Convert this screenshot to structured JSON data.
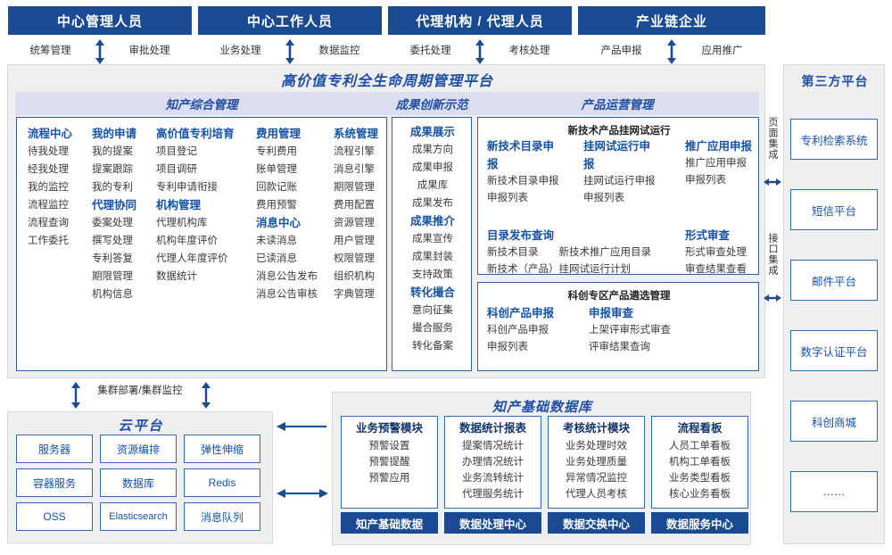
{
  "roles": [
    {
      "title": "中心管理人员",
      "left": "统筹管理",
      "right": "审批处理"
    },
    {
      "title": "中心工作人员",
      "left": "业务处理",
      "right": "数据监控"
    },
    {
      "title": "代理机构 / 代理人员",
      "left": "委托处理",
      "right": "考核处理"
    },
    {
      "title": "产业链企业",
      "left": "产品申报",
      "right": "应用推广"
    }
  ],
  "platform": {
    "title": "高价值专利全生命周期管理平台",
    "bands": [
      {
        "label": "知产综合管理"
      },
      {
        "label": "成果创新示范"
      },
      {
        "label": "产品运营管理"
      }
    ]
  },
  "zhichan": {
    "columns": [
      {
        "header": "流程中心",
        "items": [
          "待我处理",
          "经我处理",
          "我的监控",
          "流程监控",
          "流程查询",
          "工作委托"
        ]
      },
      {
        "header": "我的申请",
        "items": [
          "我的提案",
          "提案跟踪",
          "我的专利"
        ]
      },
      {
        "header": "代理协同",
        "items": [
          "委案处理",
          "撰写处理",
          "专利答复",
          "期限管理",
          "机构信息"
        ]
      },
      {
        "header": "高价值专利培育",
        "items": [
          "项目登记",
          "项目调研",
          "专利申请衔接"
        ]
      },
      {
        "header": "机构管理",
        "items": [
          "代理机构库",
          "机构年度评价",
          "代理人年度评价",
          "数据统计"
        ]
      },
      {
        "header": "费用管理",
        "items": [
          "专利费用",
          "账单管理",
          "回款记账",
          "费用预警"
        ]
      },
      {
        "header": "消息中心",
        "items": [
          "未读消息",
          "已读消息",
          "消息公告发布",
          "消息公告审核"
        ]
      },
      {
        "header": "系统管理",
        "items": [
          "流程引擎",
          "消息引擎",
          "期限管理",
          "费用配置",
          "资源管理",
          "用户管理",
          "权限管理",
          "组织机构",
          "字典管理"
        ]
      }
    ]
  },
  "chengguo": {
    "groups": [
      {
        "header": "成果展示",
        "items": [
          "成果方向",
          "成果申报",
          "成果库",
          "成果发布"
        ]
      },
      {
        "header": "成果推介",
        "items": [
          "成果宣传",
          "成果封装",
          "支持政策"
        ]
      },
      {
        "header": "转化撮合",
        "items": [
          "意向征集",
          "撮合服务",
          "转化备案"
        ]
      }
    ]
  },
  "chanpin": {
    "block1": {
      "title": "新技术产品挂网试运行",
      "columns": [
        {
          "header": "新技术目录申报",
          "items": [
            "新技术目录申报",
            "申报列表"
          ]
        },
        {
          "header": "挂网试运行申报",
          "items": [
            "挂网试运行申报",
            "申报列表"
          ]
        },
        {
          "header": "推广应用申报",
          "items": [
            "推广应用申报",
            "申报列表"
          ]
        }
      ],
      "row2": [
        {
          "header": "目录发布查询",
          "items": [
            "新技术目录",
            "新技术推广应用目录",
            "新技术（产品）挂网试运行计划"
          ]
        },
        {
          "header": "形式审查",
          "items": [
            "形式审查处理",
            "审查结果查看"
          ]
        }
      ]
    },
    "block2": {
      "title": "科创专区产品遴选管理",
      "columns": [
        {
          "header": "科创产品申报",
          "items": [
            "科创产品申报",
            "申报列表"
          ]
        },
        {
          "header": "申报审查",
          "items": [
            "上架评审形式审查",
            "评审结果查询"
          ]
        }
      ]
    }
  },
  "integration": {
    "page": "页面集成",
    "api": "接口集成"
  },
  "third_party": {
    "title": "第三方平台",
    "items": [
      "专利检索系统",
      "短信平台",
      "邮件平台",
      "数字认证平台",
      "科创商城",
      "……"
    ]
  },
  "cloud": {
    "title": "云平台",
    "cluster_label": "集群部署/集群监控",
    "cells": [
      "服务器",
      "资源编排",
      "弹性伸缩",
      "容器服务",
      "数据库",
      "Redis",
      "OSS",
      "Elasticsearch",
      "消息队列"
    ]
  },
  "database": {
    "title": "知产基础数据库",
    "cards": [
      {
        "header": "业务预警模块",
        "items": [
          "预警设置",
          "预警提醒",
          "预警应用"
        ],
        "foot": "知产基础数据"
      },
      {
        "header": "数据统计报表",
        "items": [
          "提案情况统计",
          "办理情况统计",
          "业务流转统计",
          "代理服务统计"
        ],
        "foot": "数据处理中心"
      },
      {
        "header": "考核统计模块",
        "items": [
          "业务处理时效",
          "业务处理质量",
          "异常情况监控",
          "代理人员考核"
        ],
        "foot": "数据交换中心"
      },
      {
        "header": "流程看板",
        "items": [
          "人员工单看板",
          "机构工单看板",
          "业务类型看板",
          "核心业务看板"
        ],
        "foot": "数据服务中心"
      }
    ]
  },
  "colors": {
    "brand_dark": "#1a4a92",
    "brand_text": "#1f4fa3",
    "band": "#dcdef0",
    "panel_bg": "#efefef",
    "border": "#2e6cb6"
  }
}
